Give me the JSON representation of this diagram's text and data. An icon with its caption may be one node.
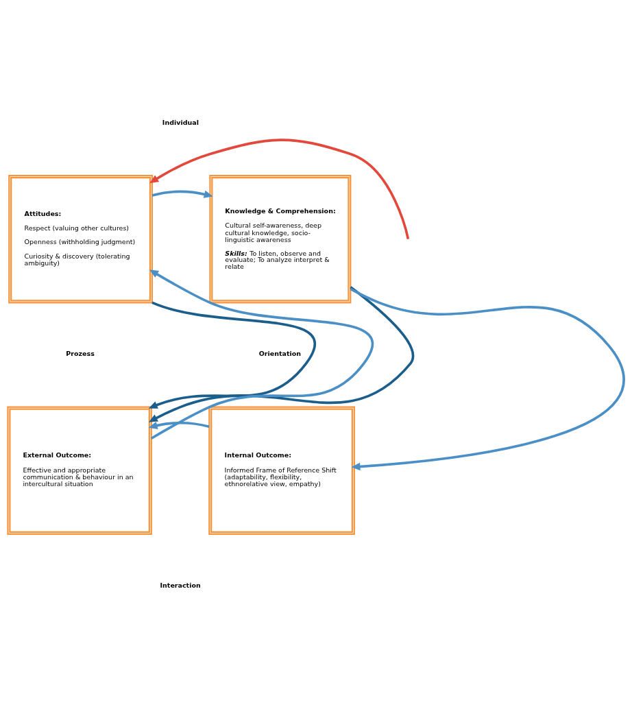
{
  "diagram": {
    "nodes": [
      {
        "text": [
          "Attitudes:",
          "Respect (valuing other cultures)",
          "Openness (withholding judgment)",
          "Curiosity & discovery (tolerating ambiguity)"
        ]
      },
      {
        "text": [
          "Knowledge & Comprehension:",
          "Cultural self-awareness, deep cultural knowledge, socio- linguistic awareness",
          "**Skills:** To listen, observe and evaluate; To analyze interpret & relate"
        ]
      },
      {
        "text": [
          "External Outcome:",
          "Effective and appropriate communication & behaviour in an intercultural situation"
        ]
      },
      {
        "text": [
          "Internal Outcome:",
          "Informed Frame of Reference Shift (adaptability, flexibility, ethnorelative view, empathy)"
        ]
      }
    ],
    "edges": [
      {
        "from": null,
        "to": 0,
        "arrow": "to",
        "color": "#e2483c"
      },
      {
        "from": 0,
        "to": 1,
        "arrow": "to"
      },
      {
        "from": 1,
        "to": 3,
        "arrow": "to"
      },
      {
        "from": 3,
        "to": 2,
        "arrow": "to"
      },
      {
        "from": 2,
        "to": 0,
        "arrow": "to"
      },
      {
        "from": 0,
        "to": 2,
        "arrow": "to",
        "color": "#1b5e8c"
      },
      {
        "from": 1,
        "to": 2,
        "arrow": "to",
        "color": "#1b5e8c"
      }
    ],
    "labels": [
      "Individual",
      "Prozess",
      "Orientation",
      "Interaction"
    ]
  }
}
